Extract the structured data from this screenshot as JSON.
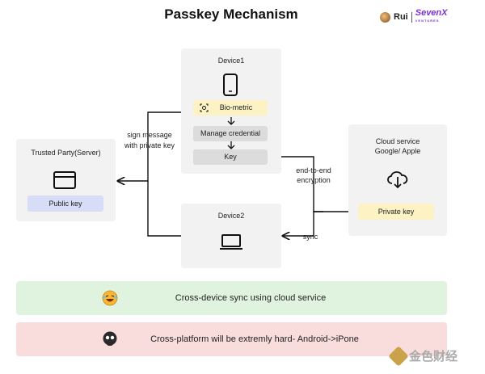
{
  "title": "Passkey Mechanism",
  "brand": {
    "author": "Rui",
    "company": "SevenX",
    "company_sub": "VENTURES"
  },
  "device1": {
    "title": "Device1",
    "biometric": "Bio-metric",
    "manage": "Manage credential",
    "key": "Key"
  },
  "device2": {
    "title": "Device2"
  },
  "server": {
    "title": "Trusted Party(Server)",
    "public_key": "Public key"
  },
  "cloud": {
    "title_line1": "Cloud service",
    "title_line2": "Google/ Apple",
    "private_key": "Private key"
  },
  "labels": {
    "sign_line1": "sign message",
    "sign_line2": "with private key",
    "e2e_line1": "end-to-end",
    "e2e_line2": "encryption",
    "sync": "sync"
  },
  "banners": {
    "cross_device": "Cross-device sync using cloud service",
    "cross_platform": "Cross-platform will be extremly hard- Android->iPone"
  },
  "watermark": "金色财经",
  "colors": {
    "yellow": "#fdf2c4",
    "gray_pill": "#dcdcdc",
    "blue_pill": "#d8ddf7",
    "green_banner": "#dff3df",
    "red_banner": "#f9dcdc",
    "box": "#f2f2f2"
  },
  "icons": [
    "phone-icon",
    "face-id-icon",
    "down-arrow-icon",
    "browser-window-icon",
    "laptop-icon",
    "cloud-download-icon",
    "laughing-emoji-icon",
    "skull-emoji-icon"
  ]
}
